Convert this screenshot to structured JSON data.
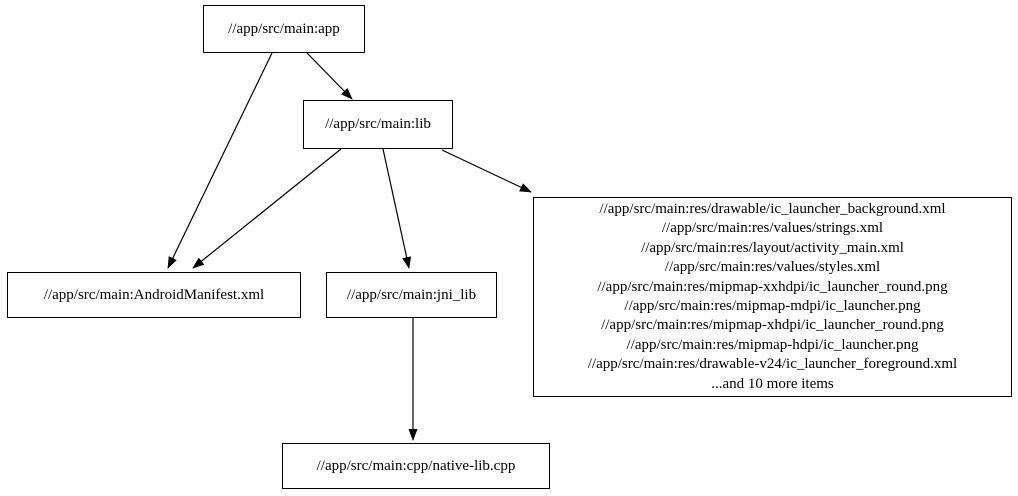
{
  "graph": {
    "background_color": "#ffffff",
    "node_border_color": "#000000",
    "edge_color": "#000000",
    "text_color": "#000000",
    "nodes": {
      "app": {
        "label": "//app/src/main:app"
      },
      "lib": {
        "label": "//app/src/main:lib"
      },
      "android_manifest": {
        "label": "//app/src/main:AndroidManifest.xml"
      },
      "jni_lib": {
        "label": "//app/src/main:jni_lib"
      },
      "native_lib_cpp": {
        "label": "//app/src/main:cpp/native-lib.cpp"
      },
      "resources": {
        "lines": [
          "//app/src/main:res/drawable/ic_launcher_background.xml",
          "//app/src/main:res/values/strings.xml",
          "//app/src/main:res/layout/activity_main.xml",
          "//app/src/main:res/values/styles.xml",
          "//app/src/main:res/mipmap-xxhdpi/ic_launcher_round.png",
          "//app/src/main:res/mipmap-mdpi/ic_launcher.png",
          "//app/src/main:res/mipmap-xhdpi/ic_launcher_round.png",
          "//app/src/main:res/mipmap-hdpi/ic_launcher.png",
          "//app/src/main:res/drawable-v24/ic_launcher_foreground.xml",
          "...and 10 more items"
        ]
      }
    },
    "edges": [
      {
        "from": "app",
        "to": "lib"
      },
      {
        "from": "app",
        "to": "android_manifest"
      },
      {
        "from": "lib",
        "to": "android_manifest"
      },
      {
        "from": "lib",
        "to": "jni_lib"
      },
      {
        "from": "lib",
        "to": "resources"
      },
      {
        "from": "jni_lib",
        "to": "native_lib_cpp"
      }
    ]
  }
}
